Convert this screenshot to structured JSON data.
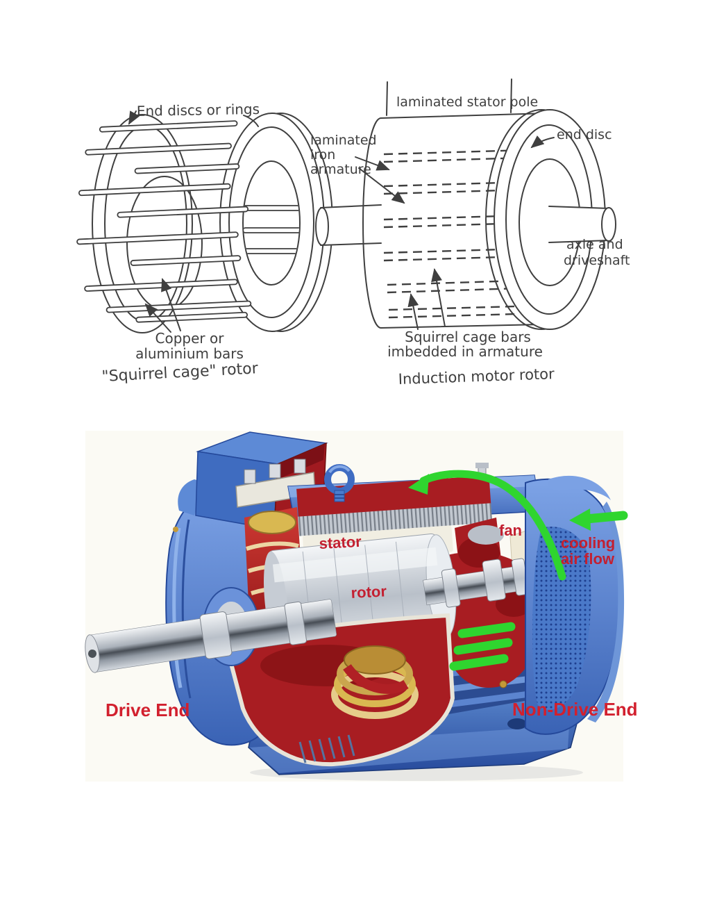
{
  "sketch": {
    "ink": "#3f3f3f",
    "left": {
      "end_discs_label": "End discs or rings",
      "bars_label_1": "Copper or",
      "bars_label_2": "aluminium bars",
      "caption": "\"Squirrel cage\" rotor"
    },
    "right": {
      "stator_pole_label": "laminated stator pole",
      "armature_label_1": "laminated",
      "armature_label_2": "iron",
      "armature_label_3": "armature",
      "end_disc_label": "end disc",
      "axle_label_1": "axle and",
      "axle_label_2": "driveshaft",
      "cage_bars_label_1": "Squirrel cage bars",
      "cage_bars_label_2": "imbedded in armature",
      "caption": "Induction motor rotor"
    }
  },
  "motor": {
    "labels": {
      "stator": "stator",
      "rotor": "rotor",
      "fan": "fan",
      "cooling_1": "cooling",
      "cooling_2": "air flow",
      "drive_end": "Drive End",
      "non_drive_end": "Non-Drive End"
    },
    "colors": {
      "label_red": "#c32031",
      "drive_end_red": "#d2202e",
      "green": "#2fd52f",
      "panel_bg": "#fbfaf4",
      "housing_blue": "#4a7cce",
      "stator_red": "#a81d22"
    }
  }
}
